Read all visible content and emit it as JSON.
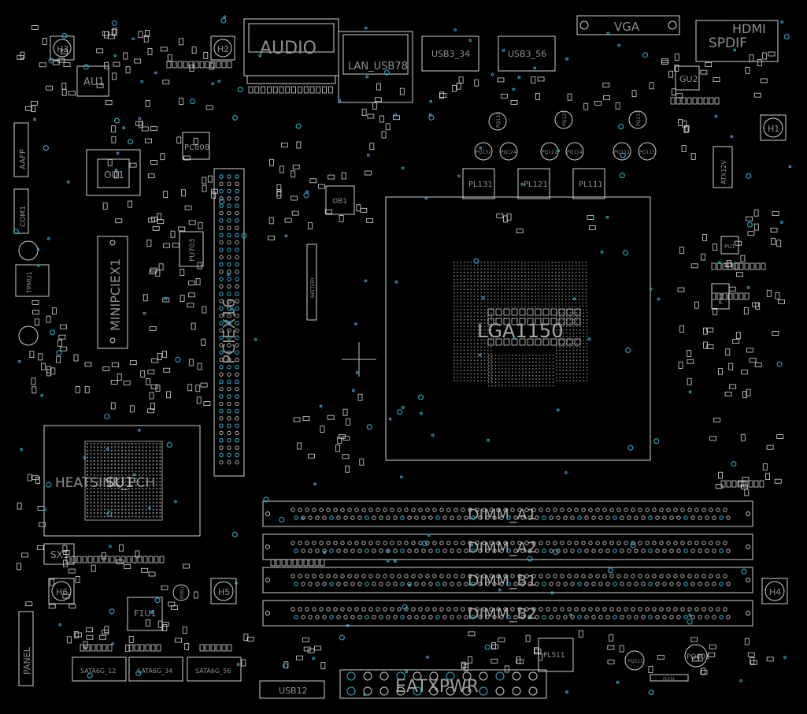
{
  "board": {
    "labels": {
      "audio": "AUDIO",
      "lan_usb": "LAN_USB78",
      "usb34": "USB3_34",
      "usb56": "USB3_56",
      "vga": "VGA",
      "hdmi": "HDMI",
      "spdif": "SPDIF",
      "au1": "AU1",
      "h3": "H3",
      "h2": "H2",
      "h1": "H1",
      "h4": "H4",
      "h5": "H5",
      "h6": "H6",
      "ou1": "OU1",
      "pc808": "PC808",
      "pcie": "PCIEX16",
      "minipcie": "MINIPCIEX1",
      "pu703": "PU703",
      "battery": "BATTERY",
      "ob1": "OB1",
      "tpmu1": "TPMU1",
      "lga": "LGA1150",
      "pl131": "PL131",
      "pl121": "PL121",
      "pl111": "PL111",
      "pq131": "PQ131",
      "pq121": "PQ121",
      "pq111": "PQ111",
      "pq132": "PQ132",
      "pq124": "PQ124",
      "pq122": "PQ122",
      "pq112": "PQ112",
      "pq113": "PQ113",
      "pq114": "PQ114",
      "gu2": "GU2",
      "atx12v": "ATX12V",
      "pu1": "PU1",
      "pu3": "PU3",
      "heatsink": "HEATSINK_PCH",
      "su1": "SU1",
      "sx1": "SX1",
      "f1u1": "F1U1",
      "dimm_a1": "DIMM_A1",
      "dimm_a2": "DIMM_A2",
      "dimm_b1": "DIMM_B1",
      "dimm_b2": "DIMM_B2",
      "eatxpwr": "EATXPWR",
      "pl511": "PL511",
      "pq601": "PQ601",
      "pq511": "PQ511",
      "sata12": "SATA6G_12",
      "sata34": "SATA6G_34",
      "sata56": "SATA6G_56",
      "panel": "PANEL",
      "usb12": "USB12",
      "aafp": "AAFP",
      "com1": "COM1",
      "pl531": "PL531",
      "pd811": "PD811"
    },
    "colors": {
      "background": "#000000",
      "outline": "#d0d0d0",
      "via": "#2fa9c8",
      "label": "#8f8f8f"
    }
  }
}
